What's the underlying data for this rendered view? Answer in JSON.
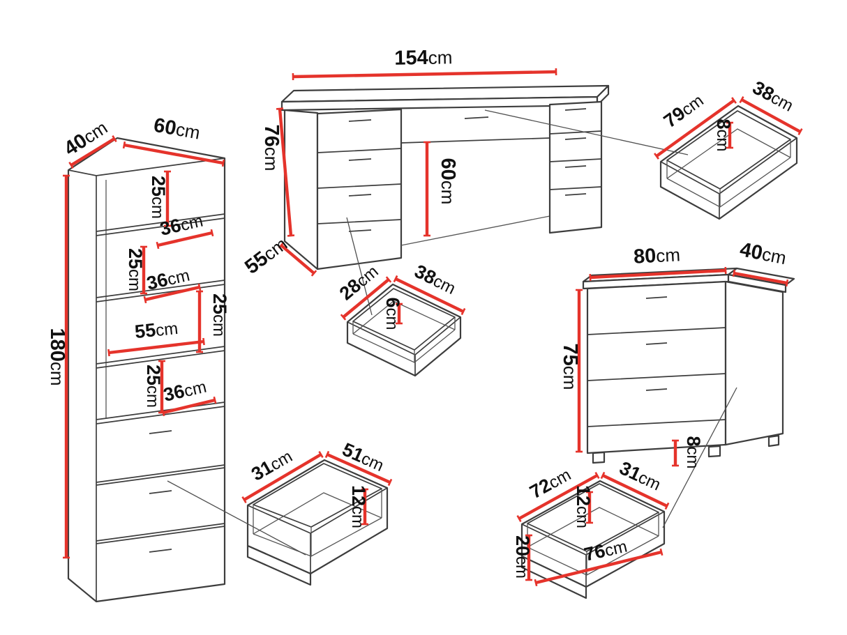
{
  "page": {
    "background": "#ffffff"
  },
  "diagram": {
    "type": "furniture-dimension-diagram",
    "unit": "cm",
    "accent_color": "#e5332b",
    "outline_color": "#3d3d3d",
    "pieces": {
      "cabinet": {
        "name": "tall shelf cabinet",
        "width": {
          "value": "60",
          "unit": "cm"
        },
        "depth": {
          "value": "40",
          "unit": "cm"
        },
        "height": {
          "value": "180",
          "unit": "cm"
        },
        "inner": [
          {
            "value": "25",
            "unit": "cm"
          },
          {
            "value": "36",
            "unit": "cm"
          },
          {
            "value": "25",
            "unit": "cm"
          },
          {
            "value": "36",
            "unit": "cm"
          },
          {
            "value": "25",
            "unit": "cm"
          },
          {
            "value": "55",
            "unit": "cm"
          },
          {
            "value": "25",
            "unit": "cm"
          },
          {
            "value": "36",
            "unit": "cm"
          }
        ]
      },
      "desk": {
        "name": "desk / dressing table",
        "width": {
          "value": "154",
          "unit": "cm"
        },
        "height": {
          "value": "76",
          "unit": "cm"
        },
        "depth": {
          "value": "55",
          "unit": "cm"
        },
        "knee_clearance_height": {
          "value": "60",
          "unit": "cm"
        }
      },
      "drawer_top_right": {
        "name": "drawer",
        "width": {
          "value": "79",
          "unit": "cm"
        },
        "depth": {
          "value": "38",
          "unit": "cm"
        },
        "height": {
          "value": "8",
          "unit": "cm"
        }
      },
      "drawer_center": {
        "name": "drawer",
        "width": {
          "value": "28",
          "unit": "cm"
        },
        "depth": {
          "value": "38",
          "unit": "cm"
        },
        "height": {
          "value": "6",
          "unit": "cm"
        }
      },
      "chest": {
        "name": "chest of drawers",
        "width": {
          "value": "80",
          "unit": "cm"
        },
        "depth": {
          "value": "40",
          "unit": "cm"
        },
        "height": {
          "value": "75",
          "unit": "cm"
        },
        "base_height": {
          "value": "8",
          "unit": "cm"
        }
      },
      "drawer_bottom_center": {
        "name": "drawer",
        "depth": {
          "value": "31",
          "unit": "cm"
        },
        "width": {
          "value": "51",
          "unit": "cm"
        },
        "height": {
          "value": "12",
          "unit": "cm"
        }
      },
      "drawer_bottom_right": {
        "name": "drawer",
        "width": {
          "value": "72",
          "unit": "cm"
        },
        "depth": {
          "value": "31",
          "unit": "cm"
        },
        "height": {
          "value": "12",
          "unit": "cm"
        },
        "front_panel_width": {
          "value": "76",
          "unit": "cm"
        },
        "front_panel_height": {
          "value": "20",
          "unit": "cm"
        }
      }
    }
  }
}
